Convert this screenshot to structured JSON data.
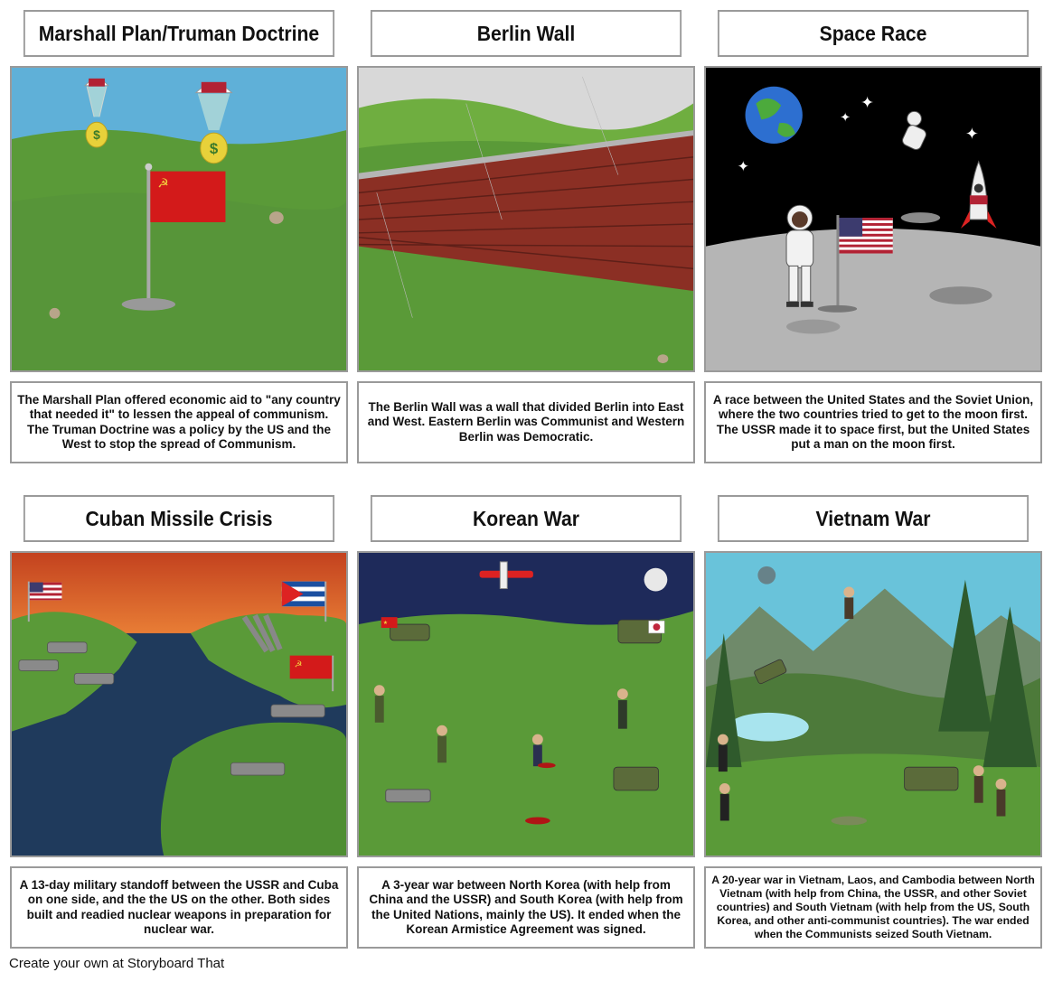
{
  "panels": [
    {
      "title": "Marshall Plan/Truman Doctrine",
      "caption": "The Marshall Plan offered economic aid to \"any country that needed it\" to lessen the appeal of communism. The Truman Doctrine was a policy by the US and the West to stop the spread of Communism."
    },
    {
      "title": "Berlin Wall",
      "caption": "The Berlin Wall was a wall that divided Berlin into East and West. Eastern Berlin was Communist and Western Berlin was Democratic."
    },
    {
      "title": "Space Race",
      "caption": "A race between the United States and the Soviet Union, where the two countries tried to get to the moon first. The USSR made it to space first, but the United States put a man on the moon first."
    },
    {
      "title": "Cuban Missile Crisis",
      "caption": "A 13-day military standoff between the USSR and Cuba on one side, and the the US on the other. Both sides built and readied nuclear weapons in preparation for nuclear war."
    },
    {
      "title": "Korean War",
      "caption": "A 3-year war between North Korea (with help from China and the USSR) and South Korea (with help from the United Nations, mainly the US). It ended when the Korean Armistice Agreement was signed."
    },
    {
      "title": "Vietnam War",
      "caption": "A 20-year war in Vietnam, Laos, and Cambodia between North Vietnam (with help from China, the USSR, and other Soviet countries) and South Vietnam (with help from the US, South Korea, and other anti-communist countries). The war ended when the Communists seized South Vietnam."
    }
  ],
  "footer": "Create your own at Storyboard That",
  "icons": [
    "money-bag-icon",
    "parachute-icon",
    "soviet-flag-icon",
    "us-flag-icon",
    "cuba-flag-icon",
    "china-flag-icon",
    "south-korea-flag-icon",
    "rocket-icon",
    "astronaut-icon",
    "earth-icon",
    "moon-icon",
    "tank-icon",
    "missile-launcher-icon",
    "airplane-icon",
    "soldier-icon"
  ],
  "colors": {
    "border": "#9a9a9a",
    "grass": "#5a9a38",
    "sky": "#5fb0d8",
    "brick": "#8b2f24",
    "space": "#000000",
    "sunset": "#d9532b",
    "sea": "#1f3a5c",
    "night": "#1e2a5a"
  }
}
